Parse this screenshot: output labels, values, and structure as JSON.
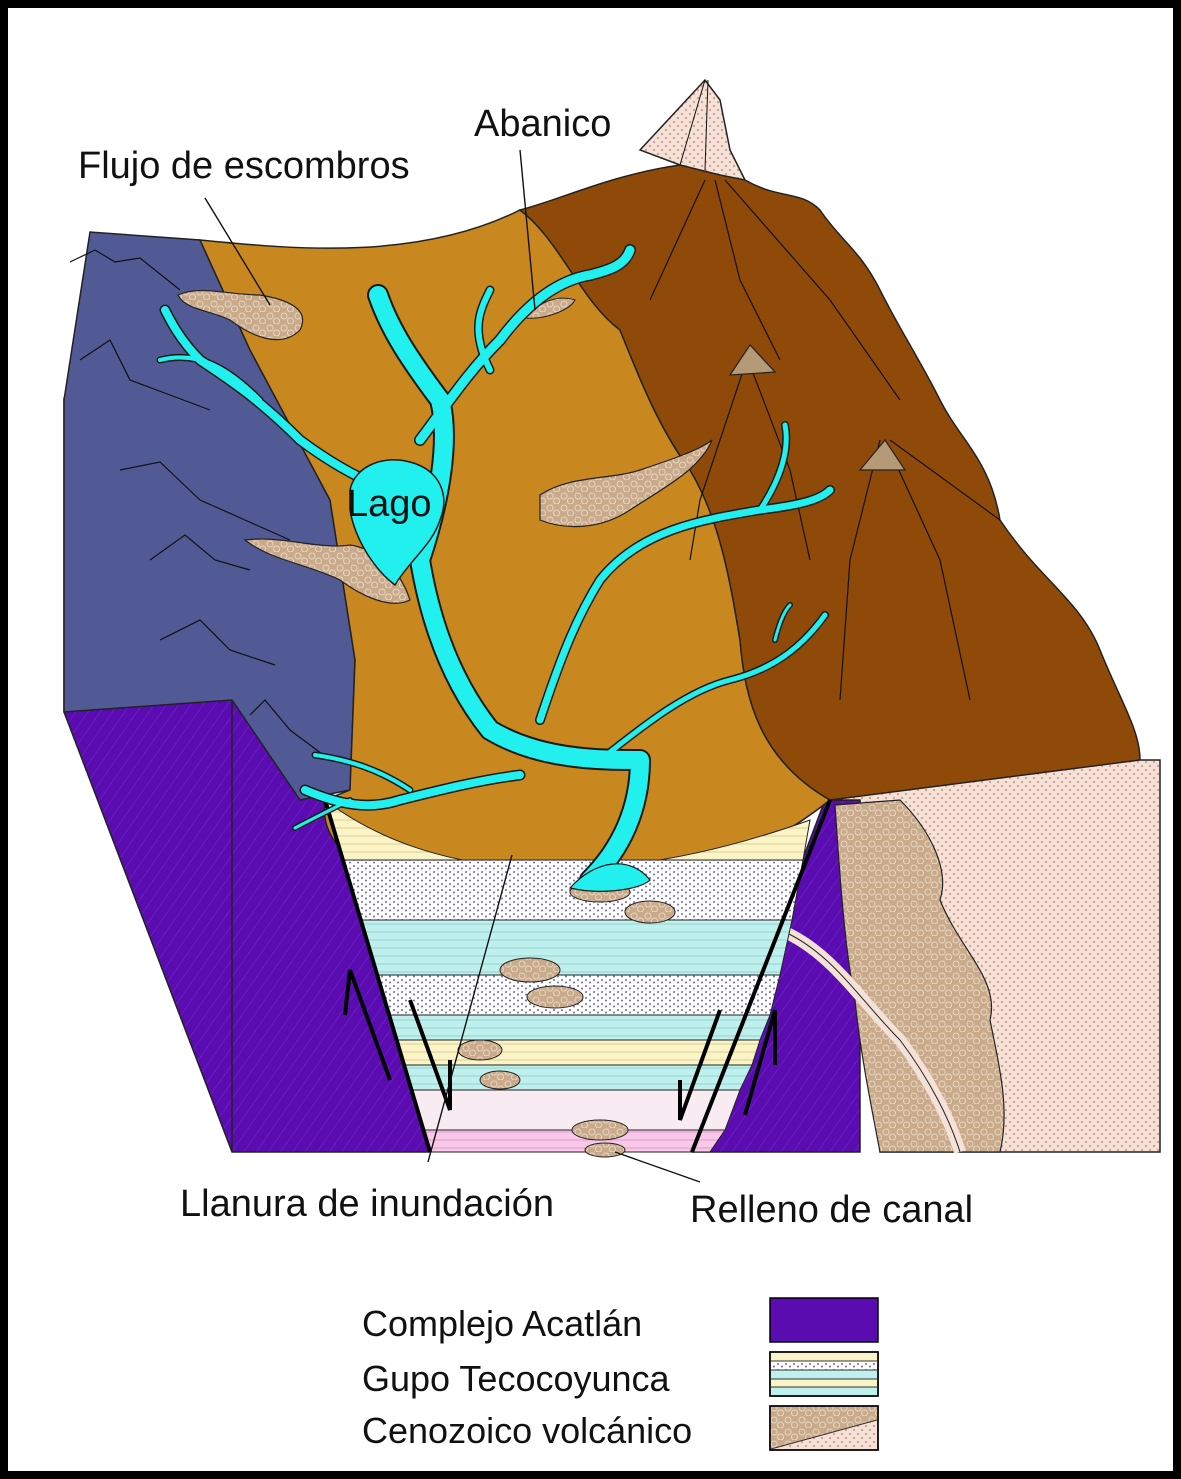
{
  "labels": {
    "abanico": "Abanico",
    "flujo": "Flujo de escombros",
    "lago": "Lago",
    "llanura": "Llanura de inundación",
    "relleno": "Relleno de canal"
  },
  "legend": [
    {
      "label": "Complejo Acatlán",
      "swatch": "solid-purple"
    },
    {
      "label": "Gupo Tecocoyunca",
      "swatch": "striped-beds"
    },
    {
      "label": "Cenozoico volcánico",
      "swatch": "dotted-volcanic"
    }
  ],
  "colors": {
    "acatlan_purple": "#5a0cb0",
    "slate_blue": "#525a96",
    "basin_ochre": "#c8871f",
    "mountain_brown": "#8f4a0a",
    "water_cyan": "#22f0ee",
    "debris_tan": "#c9ab8c",
    "volcanic_pink": "#f4e1d8",
    "fill_cream": "#fbf4c8",
    "fill_aqua": "#bff0ee",
    "fill_pink": "#f8c8e8"
  }
}
